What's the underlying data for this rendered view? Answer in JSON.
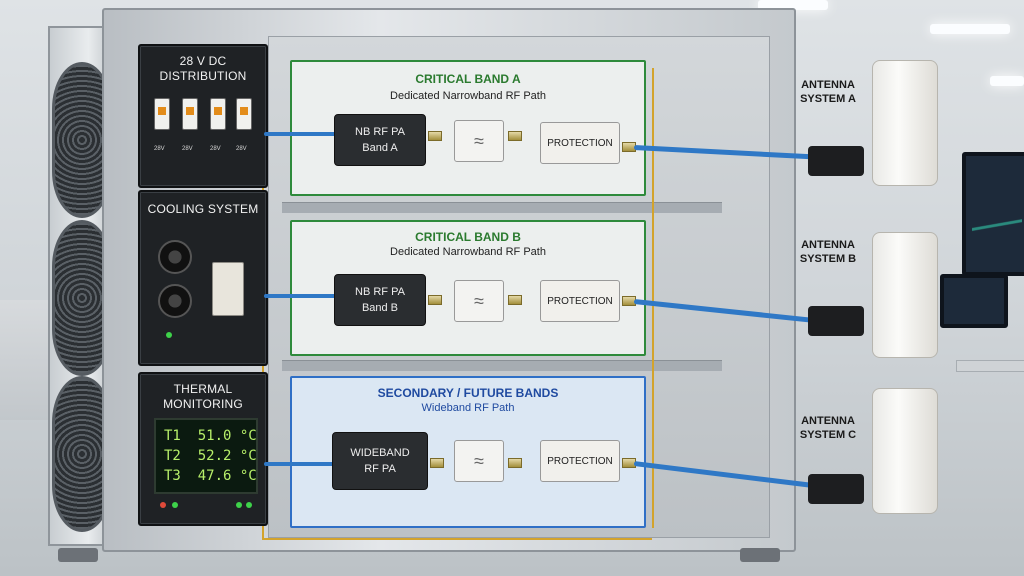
{
  "power": {
    "title_line1": "28 V DC",
    "title_line2": "DISTRIBUTION",
    "breaker_labels": [
      "28V",
      "28V",
      "28V",
      "28V"
    ]
  },
  "cooling": {
    "title": "COOLING SYSTEM"
  },
  "thermal": {
    "title_line1": "THERMAL",
    "title_line2": "MONITORING",
    "readings": [
      {
        "label": "T1",
        "value": "51.0 °C"
      },
      {
        "label": "T2",
        "value": "52.2 °C"
      },
      {
        "label": "T3",
        "value": "47.6 °C"
      }
    ]
  },
  "bands": [
    {
      "title": "CRITICAL BAND A",
      "subtitle": "Dedicated Narrowband RF Path",
      "pa_line1": "NB RF PA",
      "pa_line2": "Band A",
      "protection": "PROTECTION"
    },
    {
      "title": "CRITICAL BAND B",
      "subtitle": "Dedicated Narrowband RF Path",
      "pa_line1": "NB RF PA",
      "pa_line2": "Band B",
      "protection": "PROTECTION"
    },
    {
      "title": "SECONDARY / FUTURE BANDS",
      "subtitle": "Wideband RF Path",
      "pa_line1": "WIDEBAND",
      "pa_line2": "RF PA",
      "protection": "PROTECTION"
    }
  ],
  "antennas": [
    {
      "line1": "ANTENNA",
      "line2": "SYSTEM A"
    },
    {
      "line1": "ANTENNA",
      "line2": "SYSTEM B"
    },
    {
      "line1": "ANTENNA",
      "line2": "SYSTEM C"
    }
  ],
  "colors": {
    "critical_border": "#2e8a3b",
    "secondary_border": "#2f6fc6",
    "coax": "#2f78c6"
  }
}
